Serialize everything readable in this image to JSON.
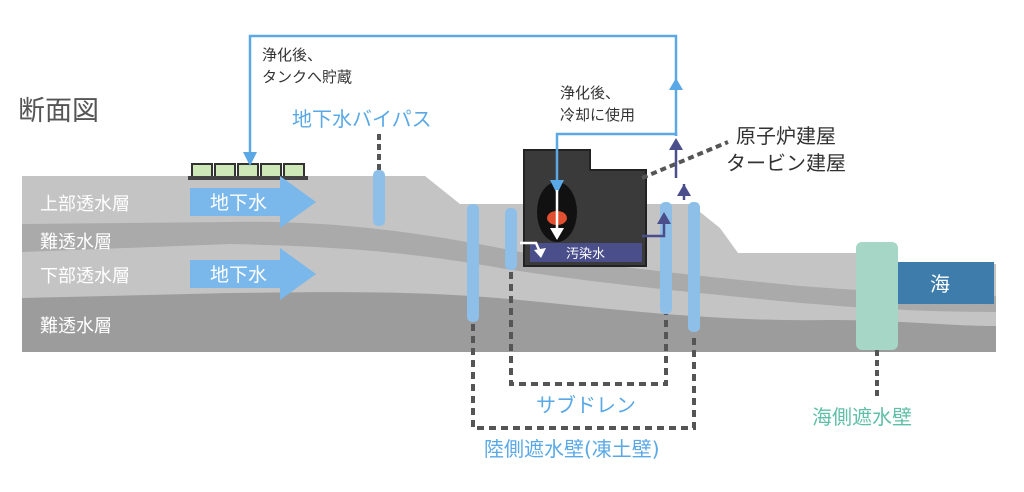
{
  "title": "断面図",
  "layers": {
    "upper_aquifer": "上部透水層",
    "aquitard_1": "難透水層",
    "lower_aquifer": "下部透水層",
    "aquitard_2": "難透水層"
  },
  "groundwater_arrows": [
    "地下水",
    "地下水"
  ],
  "bypass": {
    "label": "地下水バイパス",
    "note_line1": "浄化後、",
    "note_line2": "タンクへ貯蔵"
  },
  "reactor": {
    "note_line1": "浄化後、",
    "note_line2": "冷却に使用",
    "building_line1": "原子炉建屋",
    "building_line2": "タービン建屋",
    "contaminated_water": "汚染水"
  },
  "subdrain": "サブドレン",
  "land_wall": "陸側遮水壁(凍土壁)",
  "sea": "海",
  "sea_wall": "海側遮水壁",
  "colors": {
    "light_blue": "#5aa9e6",
    "pipe_blue": "#8dbfe8",
    "navy": "#4a4f8c",
    "sea": "#3d7cab",
    "sea_wall": "#a6d6c6",
    "dark_gray": "#555555"
  }
}
